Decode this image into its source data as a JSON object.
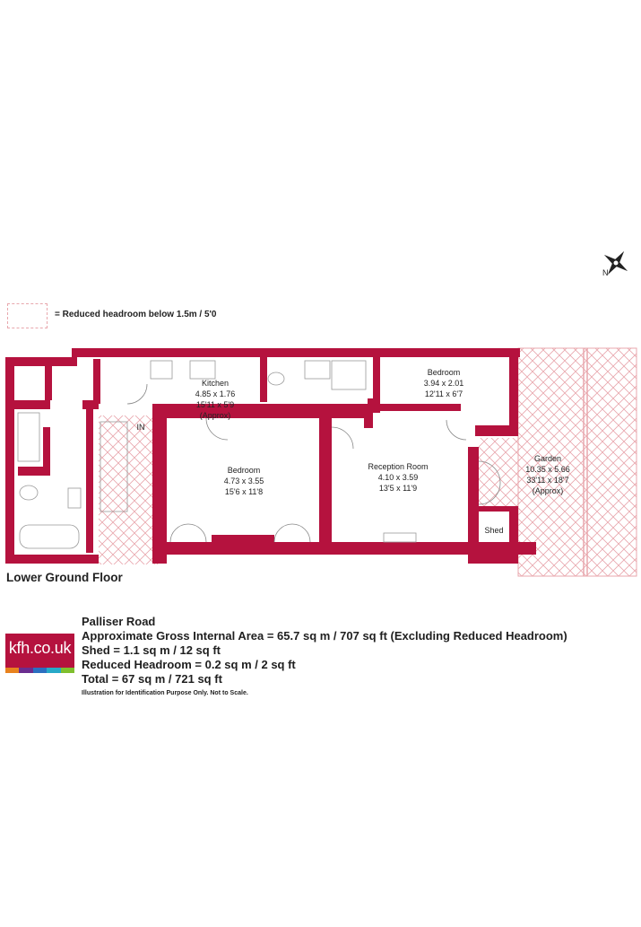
{
  "legend": {
    "text": "= Reduced headroom below 1.5m / 5'0"
  },
  "rooms": {
    "kitchen": {
      "name": "Kitchen",
      "metric": "4.85 x 1.76",
      "imperial": "15'11 x 5'9",
      "note": "(Approx)"
    },
    "bedroom_top": {
      "name": "Bedroom",
      "metric": "3.94 x 2.01",
      "imperial": "12'11 x 6'7"
    },
    "bedroom_main": {
      "name": "Bedroom",
      "metric": "4.73 x 3.55",
      "imperial": "15'6 x 11'8"
    },
    "reception": {
      "name": "Reception Room",
      "metric": "4.10 x 3.59",
      "imperial": "13'5 x 11'9"
    },
    "garden": {
      "name": "Garden",
      "metric": "10.35 x 5.66",
      "imperial": "33'11 x 18'7",
      "note": "(Approx)"
    },
    "shed": {
      "name": "Shed"
    }
  },
  "entrance_label": "IN",
  "compass_label": "N",
  "floor_label": "Lower Ground Floor",
  "info": {
    "address": "Palliser Road",
    "gross_area": "Approximate Gross Internal Area = 65.7 sq m / 707 sq ft (Excluding Reduced Headroom)",
    "shed": "Shed = 1.1 sq m / 12 sq ft",
    "reduced": "Reduced Headroom = 0.2 sq m / 2 sq ft",
    "total": "Total = 67 sq m / 721 sq ft",
    "disclaimer": "Illustration for Identification Purpose Only. Not to Scale."
  },
  "logo": {
    "text": "kfh.co.uk",
    "color": "#b5123e",
    "bar_colors": [
      "#e8821e",
      "#6a2d8f",
      "#2b6fc0",
      "#27a9c8",
      "#7fbf2e"
    ]
  },
  "colors": {
    "wall": "#b5123e",
    "hatch": "#e8a7ad",
    "floor": "#ffffff"
  }
}
